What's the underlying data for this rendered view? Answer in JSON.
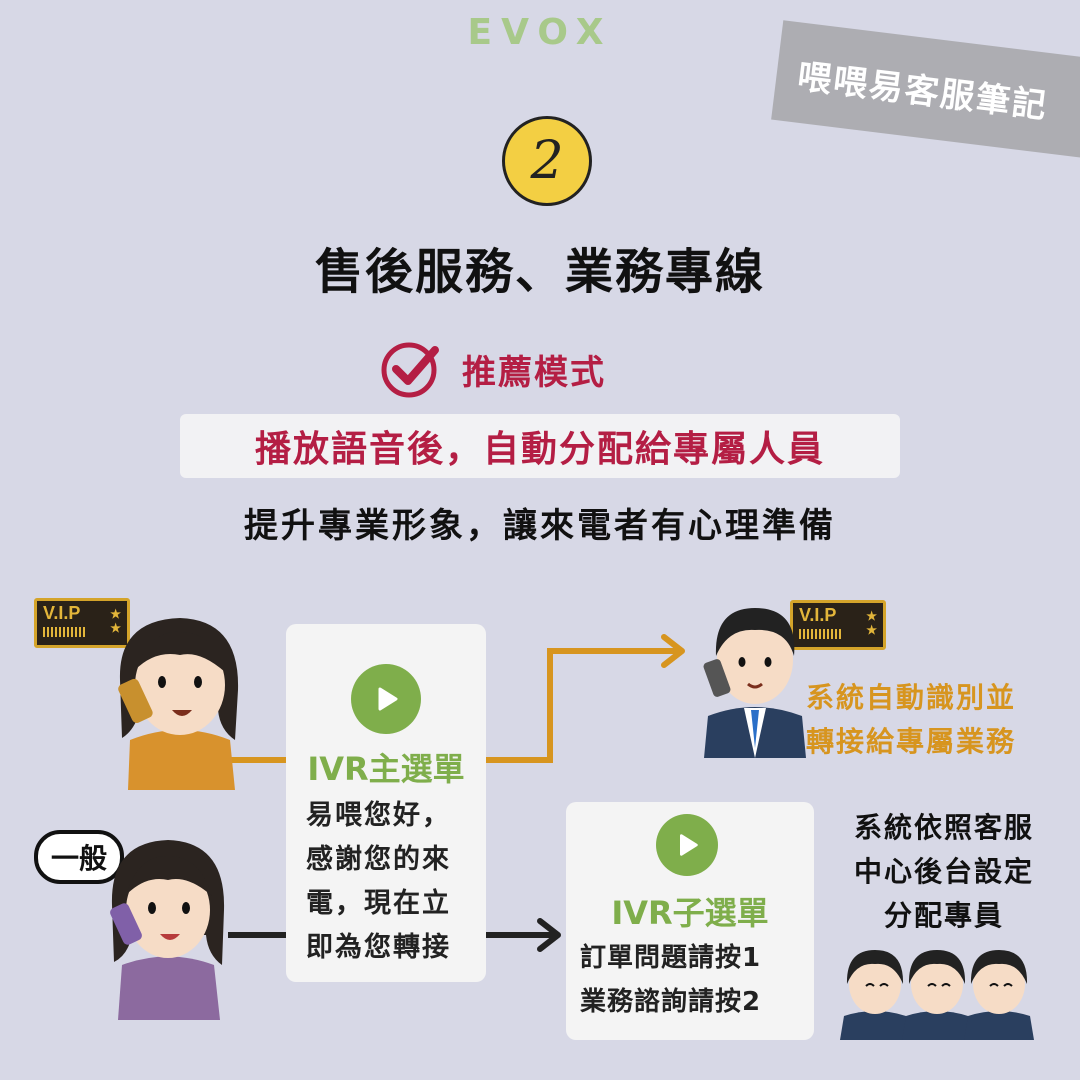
{
  "brand": {
    "logo": "EVOX",
    "tape_label": "喂喂易客服筆記"
  },
  "section": {
    "number": "2",
    "title": "售後服務、業務專線"
  },
  "recommend": {
    "label": "推薦模式",
    "highlight": "播放語音後，自動分配給專屬人員",
    "subline": "提升專業形象，讓來電者有心理準備"
  },
  "callers": {
    "vip_badge": "V.I.P",
    "general_badge": "一般"
  },
  "main_menu": {
    "title": "IVR主選單",
    "lines": [
      "易喂您好，",
      "感謝您的來",
      "電，現在立",
      "即為您轉接"
    ]
  },
  "sub_menu": {
    "title": "IVR子選單",
    "lines": [
      "訂單問題請按1",
      "業務諮詢請按2"
    ]
  },
  "vip_result": {
    "lines": [
      "系統自動識別並",
      "轉接給專屬業務"
    ]
  },
  "general_result": {
    "lines": [
      "系統依照客服",
      "中心後台設定",
      "分配專員"
    ]
  },
  "colors": {
    "background": "#d7d8e6",
    "accent_red": "#b41e44",
    "accent_green": "#7fae4b",
    "accent_orange": "#d7951f"
  }
}
